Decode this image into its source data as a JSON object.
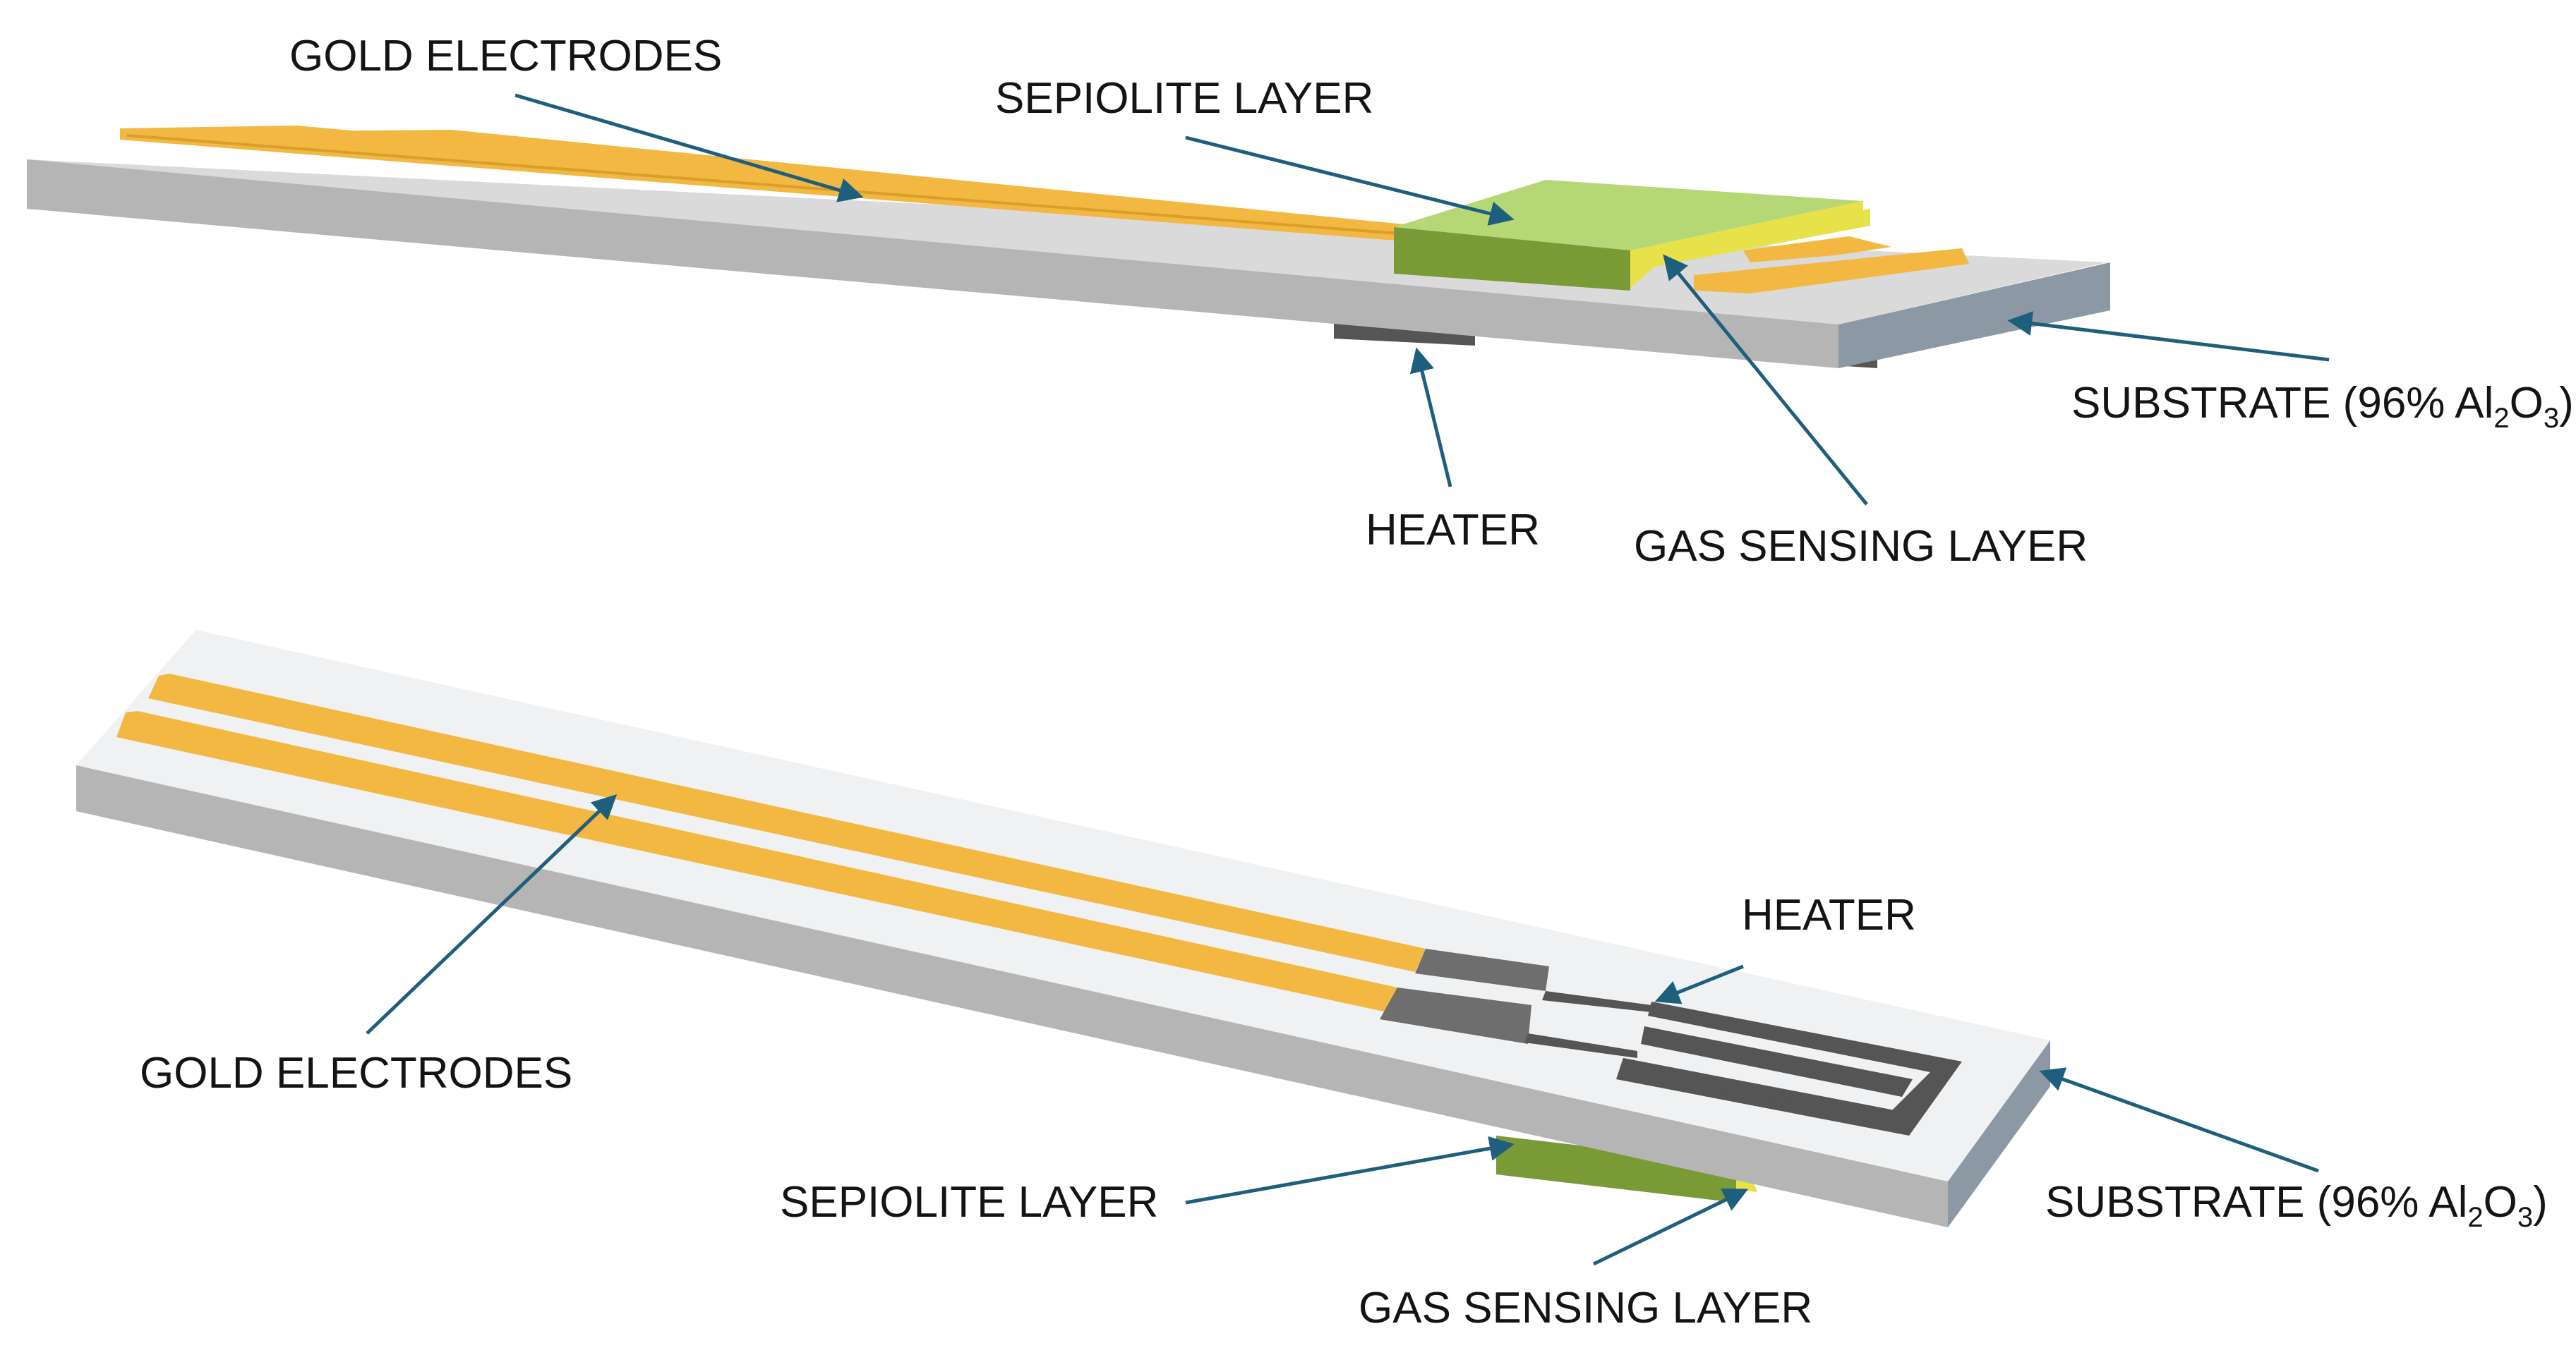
{
  "colors": {
    "substrate_top": "#f0f1f2",
    "substrate_top_upper": "#dadada",
    "substrate_front": "#b5b5b5",
    "substrate_end": "#8c99a4",
    "gold": "#f2b842",
    "gold_dark": "#d89f2a",
    "sepiolite_top": "#b6d776",
    "sepiolite_front": "#7a9a36",
    "gas_layer": "#e8e24a",
    "heater": "#6e6e6e",
    "heater_dark": "#555555",
    "leader_line": "#1f5f7e"
  },
  "top_view": {
    "gold_electrodes": "GOLD ELECTRODES",
    "sepiolite_layer": "SEPIOLITE LAYER",
    "substrate": {
      "main": "SUBSTRATE (96% Al",
      "sub1": "2",
      "mid": "O",
      "sub2": "3",
      "end": ")"
    },
    "heater": "HEATER",
    "gas_sensing_layer": "GAS SENSING LAYER"
  },
  "bottom_view": {
    "heater": "HEATER",
    "gold_electrodes": "GOLD ELECTRODES",
    "substrate": {
      "main": "SUBSTRATE (96% Al",
      "sub1": "2",
      "mid": "O",
      "sub2": "3",
      "end": ")"
    },
    "sepiolite_layer": "SEPIOLITE LAYER",
    "gas_sensing_layer": "GAS SENSING LAYER"
  }
}
